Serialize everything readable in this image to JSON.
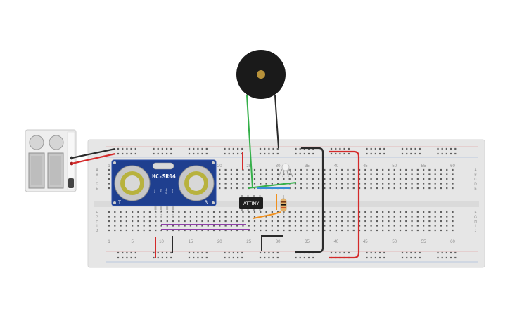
{
  "canvas": {
    "background": "#ffffff"
  },
  "breadboard": {
    "column_numbers": [
      "1",
      "5",
      "10",
      "15",
      "20",
      "25",
      "30",
      "35",
      "40",
      "45",
      "50",
      "55",
      "60"
    ],
    "row_letters_top": [
      "A",
      "B",
      "C",
      "D",
      "E"
    ],
    "row_letters_bottom": [
      "F",
      "G",
      "H",
      "I",
      "J"
    ],
    "body_color": "#e6e6e6",
    "rail_red": "#d93030",
    "rail_blue": "#3a6fc9"
  },
  "components": {
    "ultrasonic_sensor": {
      "model_label": "HC-SR04",
      "left_label": "T",
      "right_label": "R",
      "pin_labels": [
        "Vcc",
        "Trig",
        "Echo",
        "Gnd"
      ],
      "board_color": "#1f3f8f"
    },
    "microcontroller": {
      "label": "ATTINY"
    },
    "piezo_buzzer": {
      "icon": "piezo-buzzer-icon"
    },
    "battery_pack": {
      "icon": "battery-pack-icon"
    },
    "rgb_led": {
      "icon": "rgb-led-icon"
    },
    "resistor": {
      "icon": "resistor-icon"
    }
  },
  "wires": {
    "colors": {
      "red": "#d42a2a",
      "black": "#2b2b2b",
      "green": "#35b04a",
      "blue": "#3b8fd6",
      "purple": "#8e3fa8",
      "orange": "#f0901e"
    }
  }
}
